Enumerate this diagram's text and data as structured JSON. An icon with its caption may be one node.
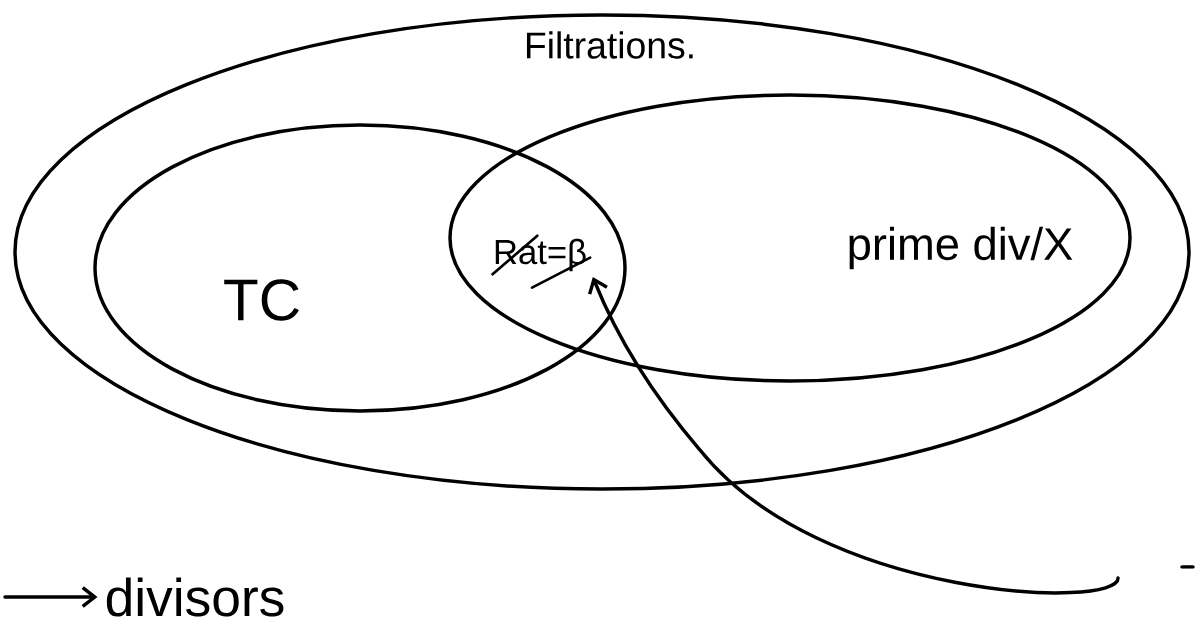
{
  "diagram": {
    "nodes": [
      {
        "text": [
          "Filtrations."
        ]
      },
      {
        "text": [
          "TC"
        ],
        "in": 0
      },
      {
        "text": [
          "prime div/X"
        ],
        "in": 0
      },
      {
        "text": [
          "Rat=β"
        ]
      },
      {
        "text": [
          "divisors"
        ]
      }
    ],
    "edges": [
      {
        "from": null,
        "to": 3,
        "arrow": "to"
      },
      {
        "from": null,
        "to": 4,
        "arrow": "to"
      }
    ]
  }
}
